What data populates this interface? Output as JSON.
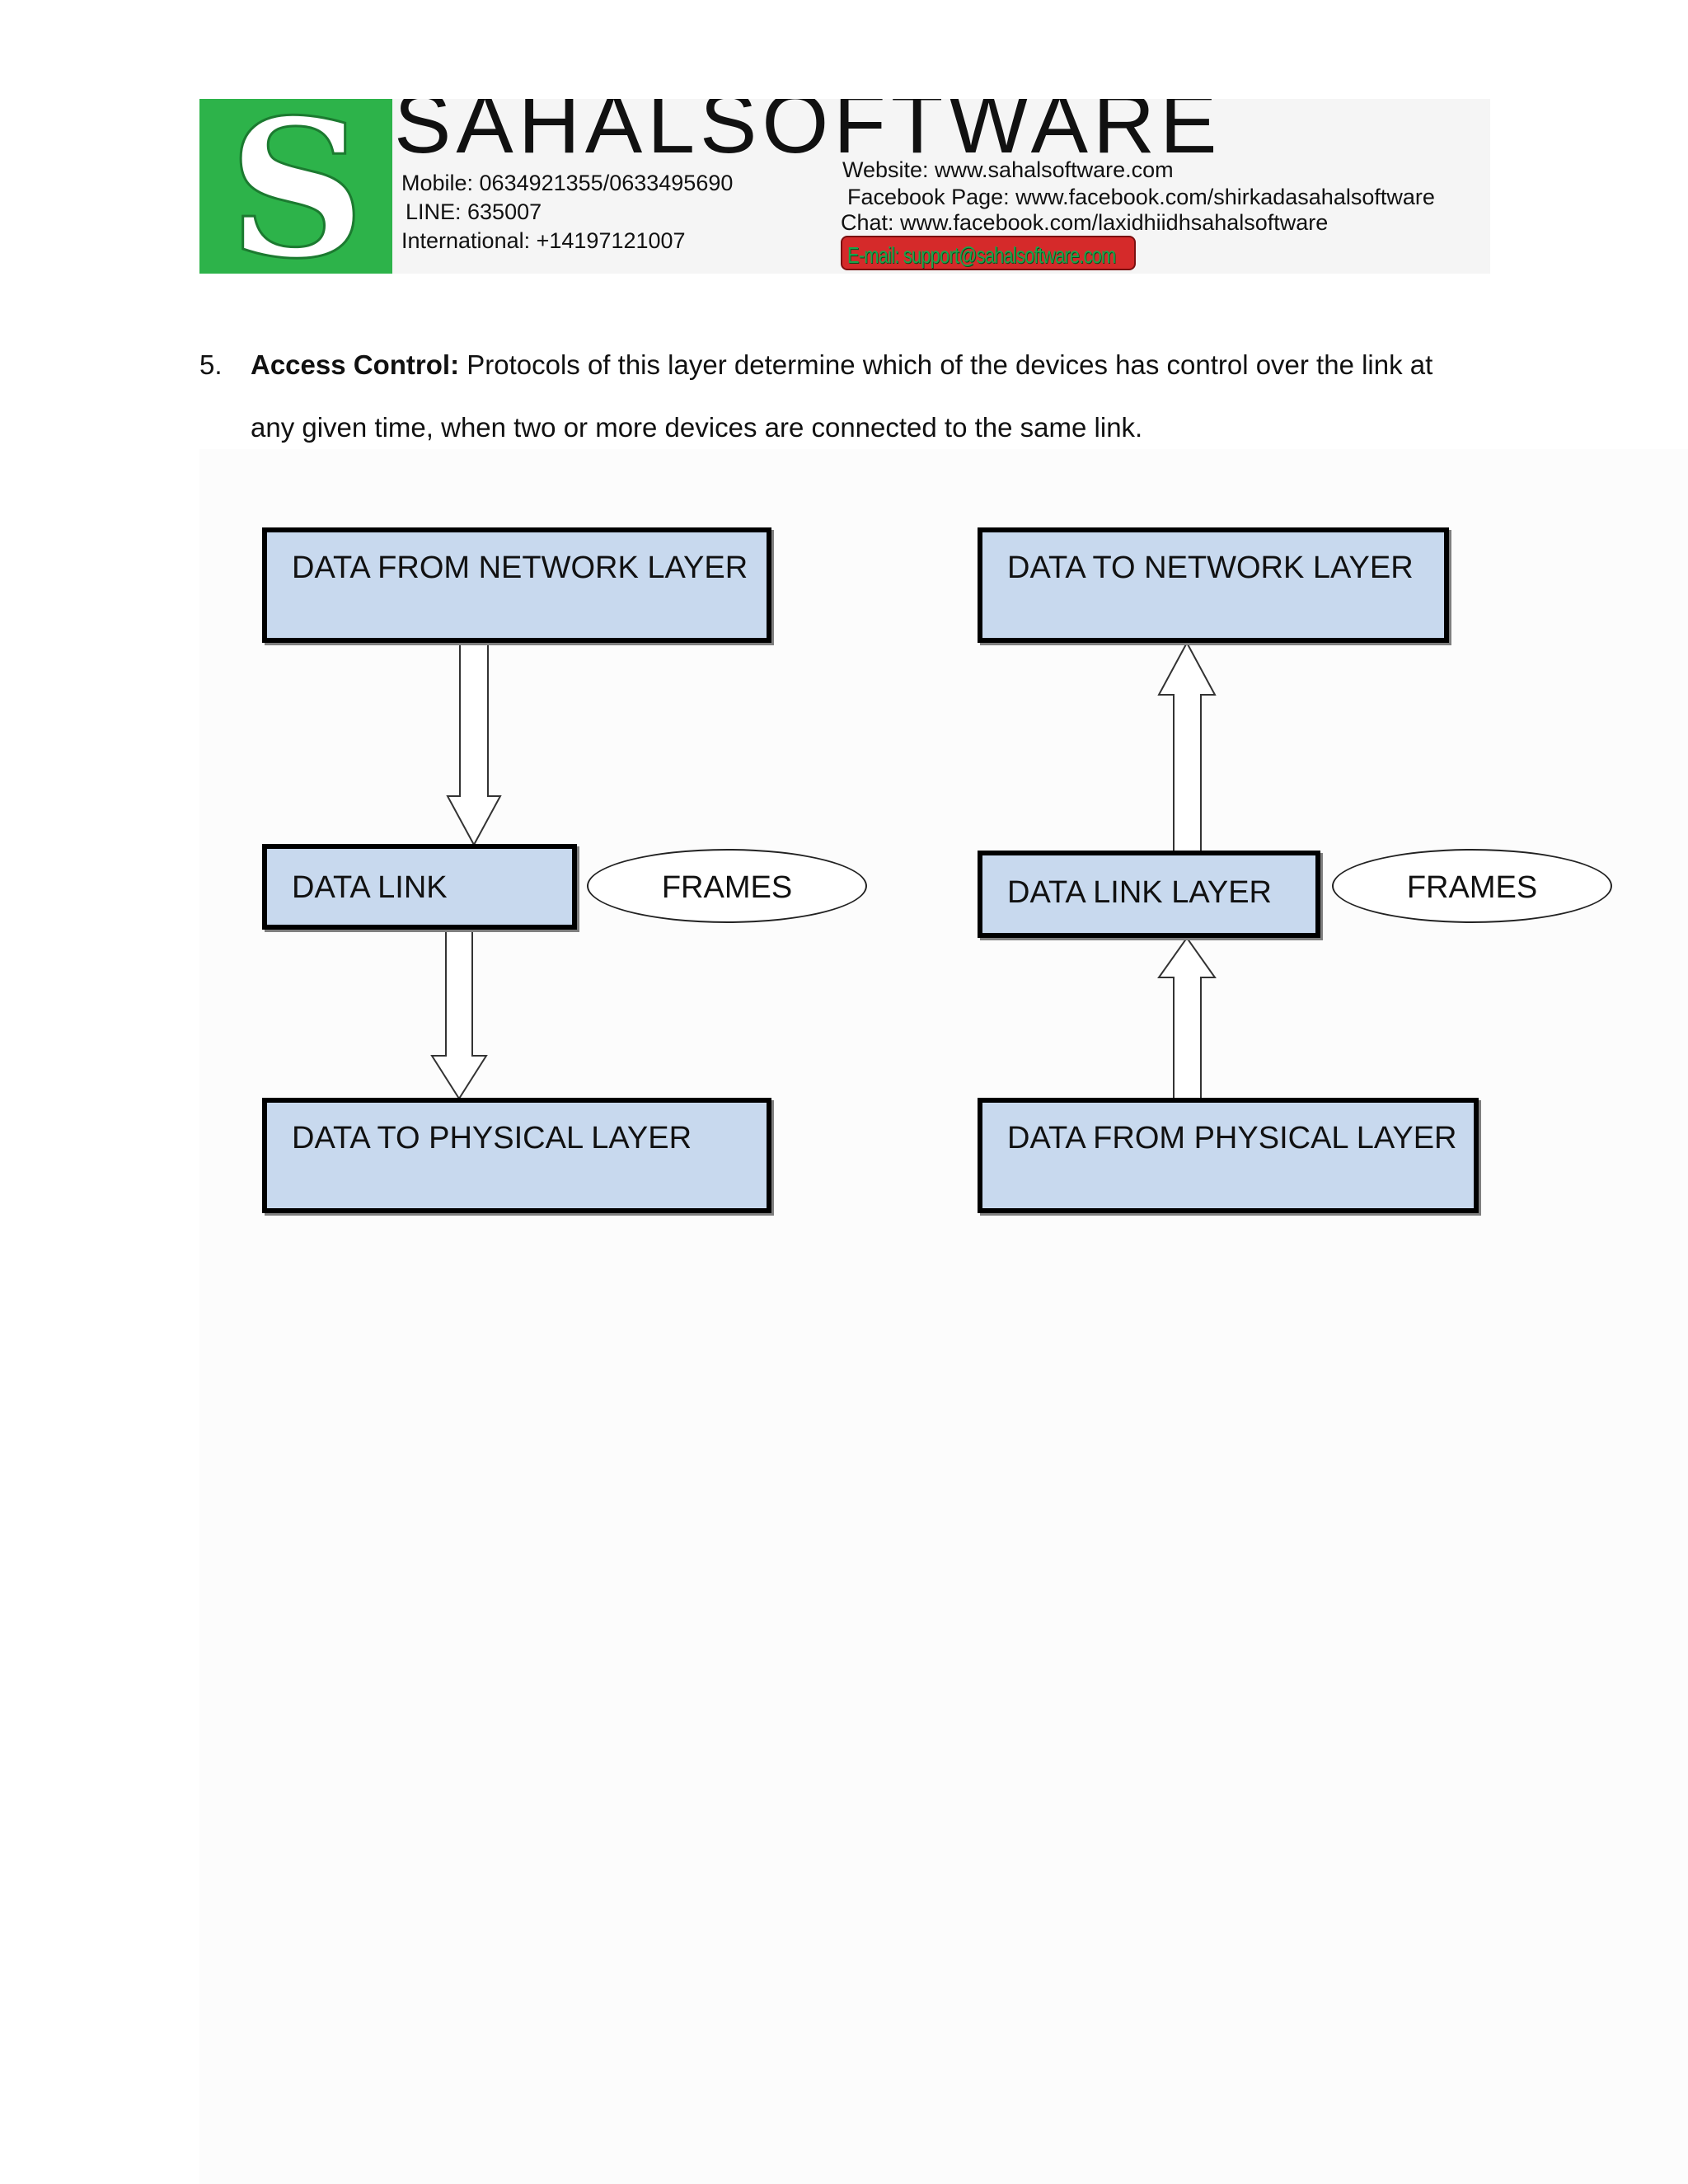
{
  "banner": {
    "logo_letter": "S",
    "brand": "SAHALSOFTWARE",
    "mobile": "Mobile: 0634921355/0633495690",
    "line": "LINE: 635007",
    "international": "International: +14197121007",
    "website": "Website: www.sahalsoftware.com",
    "facebook_page": "Facebook Page: www.facebook.com/shirkadasahalsoftware",
    "chat": "Chat: www.facebook.com/laxidhiidhsahalsoftware",
    "email": "E-mail: support@sahalsoftware.com"
  },
  "content": {
    "item_number": "5.",
    "term": "Access Control:",
    "text_line1": " Protocols of this layer determine which of the devices has control over the link at",
    "text_line2": "any given time, when two or more devices are connected to the same link."
  },
  "diagram": {
    "left": {
      "top_box": "DATA FROM NETWORK LAYER",
      "middle_box": "DATA LINK",
      "bottom_box": "DATA TO PHYSICAL LAYER",
      "oval": "FRAMES"
    },
    "right": {
      "top_box": "DATA TO NETWORK LAYER",
      "middle_box": "DATA LINK LAYER",
      "bottom_box": "DATA FROM PHYSICAL LAYER",
      "oval": "FRAMES"
    }
  }
}
